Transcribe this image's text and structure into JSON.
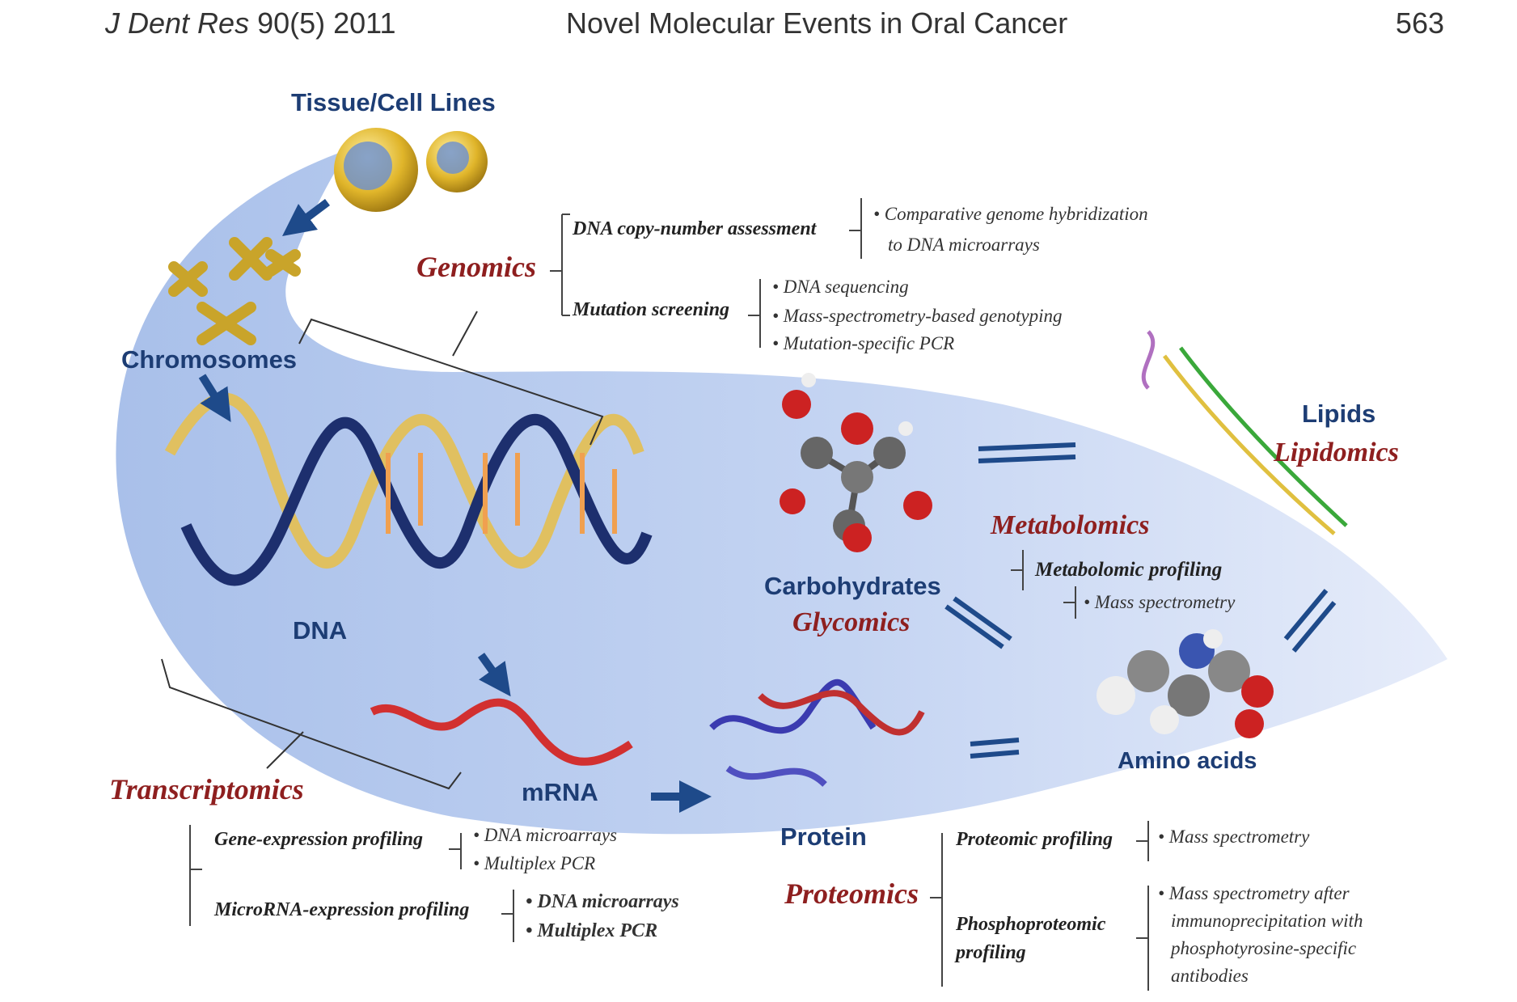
{
  "header": {
    "journal": "J Dent Res",
    "volume": "90(5) 2011",
    "title": "Novel Molecular Events in Oral Cancer",
    "page": "563"
  },
  "figure": {
    "labels": {
      "tissue": "Tissue/Cell Lines",
      "chromosomes": "Chromosomes",
      "dna": "DNA",
      "mrna": "mRNA",
      "protein": "Protein",
      "carbohydrates": "Carbohydrates",
      "lipids": "Lipids",
      "amino_acids": "Amino acids"
    },
    "fields": {
      "genomics": "Genomics",
      "transcriptomics": "Transcriptomics",
      "proteomics": "Proteomics",
      "metabolomics": "Metabolomics",
      "glycomics": "Glycomics",
      "lipidomics": "Lipidomics"
    },
    "genomics": {
      "dna_copy": "DNA copy-number assessment",
      "cgh_1": "• Comparative genome hybridization",
      "cgh_2": "to DNA microarrays",
      "mutation": "Mutation screening",
      "mut_items": [
        "• DNA sequencing",
        "• Mass-spectrometry-based genotyping",
        "• Mutation-specific PCR"
      ]
    },
    "metabolomics": {
      "profiling": "Metabolomic profiling",
      "item": "• Mass spectrometry"
    },
    "transcriptomics": {
      "gene": "Gene-expression profiling",
      "gene_items": [
        "• DNA microarrays",
        "• Multiplex PCR"
      ],
      "micro": "MicroRNA-expression profiling",
      "micro_items": [
        "• DNA microarrays",
        "• Multiplex PCR"
      ]
    },
    "proteomics": {
      "profiling": "Proteomic profiling",
      "profiling_item": "• Mass spectrometry",
      "phospho_1": "Phosphoproteomic",
      "phospho_2": "profiling",
      "phospho_items": [
        "• Mass spectrometry after",
        "immunoprecipitation with",
        "phosphotyrosine-specific",
        "antibodies"
      ]
    },
    "colors": {
      "swoosh": "#b8cbee",
      "label_blue": "#1d3d74",
      "label_red": "#8e1f1f",
      "arrow": "#1e4a8a"
    }
  }
}
